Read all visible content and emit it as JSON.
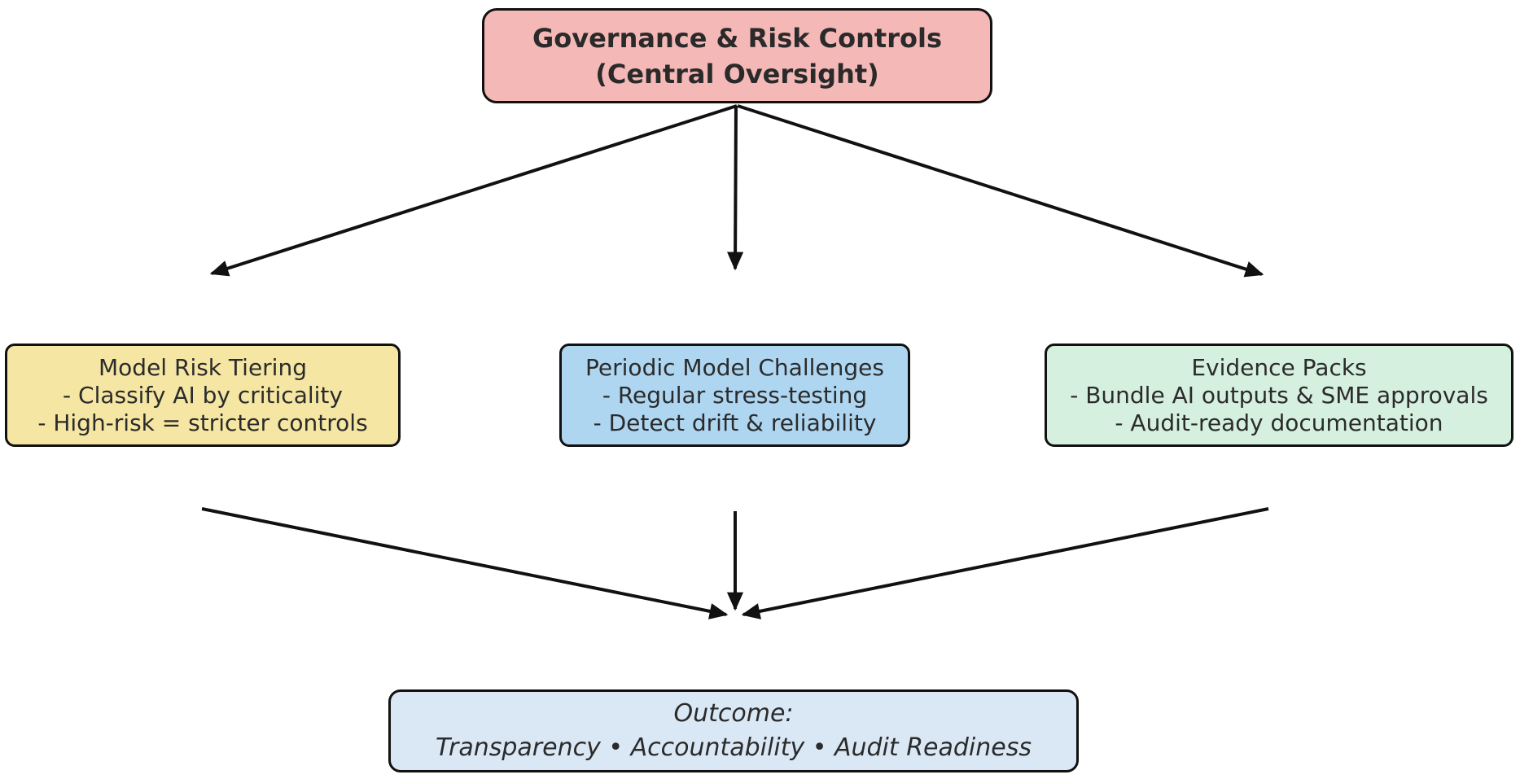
{
  "nodes": {
    "governance": {
      "lines": [
        "Governance & Risk Controls",
        "(Central Oversight)"
      ],
      "bg": "#F4B8B7"
    },
    "tiering": {
      "lines": [
        "Model Risk Tiering",
        "- Classify AI by criticality",
        "- High-risk = stricter controls"
      ],
      "bg": "#F5E6A3"
    },
    "challenges": {
      "lines": [
        "Periodic Model Challenges",
        "- Regular stress-testing",
        "- Detect drift & reliability"
      ],
      "bg": "#AED6F1"
    },
    "evidence": {
      "lines": [
        "Evidence Packs",
        "- Bundle AI outputs & SME approvals",
        "- Audit-ready documentation"
      ],
      "bg": "#D5F0DF"
    },
    "outcome": {
      "lines": [
        "Outcome:",
        "Transparency • Accountability • Audit Readiness"
      ],
      "bg": "#DAE8F6"
    }
  },
  "colors": {
    "arrow": "#111111",
    "border": "#111111",
    "text": "#2b2b2b",
    "background": "#ffffff"
  }
}
